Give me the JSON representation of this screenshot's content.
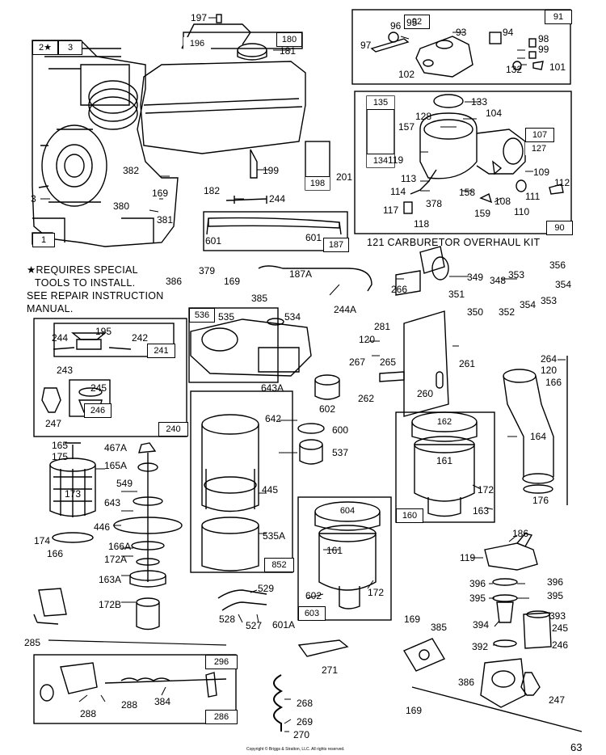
{
  "page_number": "63",
  "copyright": "Copyright © Briggs & Stratton, LLC. All rights reserved.",
  "notes": {
    "special_tools": [
      "★REQUIRES SPECIAL",
      "TOOLS TO INSTALL.",
      "SEE REPAIR INSTRUCTION",
      "MANUAL."
    ],
    "carburetor_kit": "121  CARBURETOR OVERHAUL KIT"
  },
  "box_numbers": {
    "b2star": "2★",
    "b3": "3",
    "b1": "1",
    "b180": "180",
    "b196": "196",
    "b91": "91",
    "b92": "92",
    "b135": "135",
    "b134": "134",
    "b107": "107",
    "b127": "127",
    "b90": "90",
    "b198": "198",
    "b187": "187",
    "b536": "536",
    "b241": "241",
    "b246": "246",
    "b240": "240",
    "b852": "852",
    "b603": "603",
    "b160": "160",
    "b162": "162",
    "b604": "604",
    "b296": "296",
    "b286": "286"
  },
  "labels": {
    "l197": "197",
    "l181": "181",
    "l382": "382",
    "l169a": "169",
    "l380": "380",
    "l381": "381",
    "l199": "199",
    "l182": "182",
    "l244": "244",
    "l201": "201",
    "l3b": "3",
    "l601a": "601",
    "l601b": "601",
    "l96": "96",
    "l95": "95",
    "l93": "93",
    "l97": "97",
    "l102": "102",
    "l94": "94",
    "l98": "98",
    "l99": "99",
    "l132": "132",
    "l101": "101",
    "l133": "133",
    "l128": "128",
    "l104": "104",
    "l157": "157",
    "l119": "119",
    "l109": "109",
    "l112": "112",
    "l113": "113",
    "l114": "114",
    "l378": "378",
    "l158": "158",
    "l108": "108",
    "l111": "111",
    "l110": "110",
    "l117": "117",
    "l118": "118",
    "l159": "159",
    "l379": "379",
    "l386": "386",
    "l169b": "169",
    "l385": "385",
    "l187A": "187A",
    "l244A": "244A",
    "l266": "266",
    "l349": "349",
    "l348": "348",
    "l353a": "353",
    "l356": "356",
    "l351": "351",
    "l350": "350",
    "l352": "352",
    "l354a": "354",
    "l354b": "354",
    "l353b": "353",
    "l535": "535",
    "l534": "534",
    "l643A": "643A",
    "l281": "281",
    "l120a": "120",
    "l267": "267",
    "l265": "265",
    "l261": "261",
    "l262": "262",
    "l260": "260",
    "l264": "264",
    "l120b": "120",
    "l166a": "166",
    "l244b": "244",
    "l195": "195",
    "l242": "242",
    "l243": "243",
    "l245a": "245",
    "l247a": "247",
    "l642": "642",
    "l602a": "602",
    "l600": "600",
    "l537": "537",
    "l445": "445",
    "l535A": "535A",
    "l165": "165",
    "l175": "175",
    "l467A": "467A",
    "l165A": "165A",
    "l173": "173",
    "l549": "549",
    "l643": "643",
    "l446": "446",
    "l174": "174",
    "l166b": "166",
    "l166A": "166A",
    "l172A": "172A",
    "l163A": "163A",
    "l172B": "172B",
    "l164": "164",
    "l161a": "161",
    "l172a": "172",
    "l163": "163",
    "l176": "176",
    "l161b": "161",
    "l602b": "602",
    "l172b": "172",
    "l186": "186",
    "l119b": "119",
    "l396a": "396",
    "l396b": "396",
    "l395a": "395",
    "l395b": "395",
    "l394": "394",
    "l393": "393",
    "l245b": "245",
    "l392": "392",
    "l246": "246",
    "l169c": "169",
    "l385b": "385",
    "l386b": "386",
    "l247b": "247",
    "l169d": "169",
    "l529": "529",
    "l528": "528",
    "l527": "527",
    "l601A": "601A",
    "l285": "285",
    "l271": "271",
    "l288a": "288",
    "l288b": "288",
    "l384": "384",
    "l268": "268",
    "l269": "269",
    "l270": "270"
  }
}
